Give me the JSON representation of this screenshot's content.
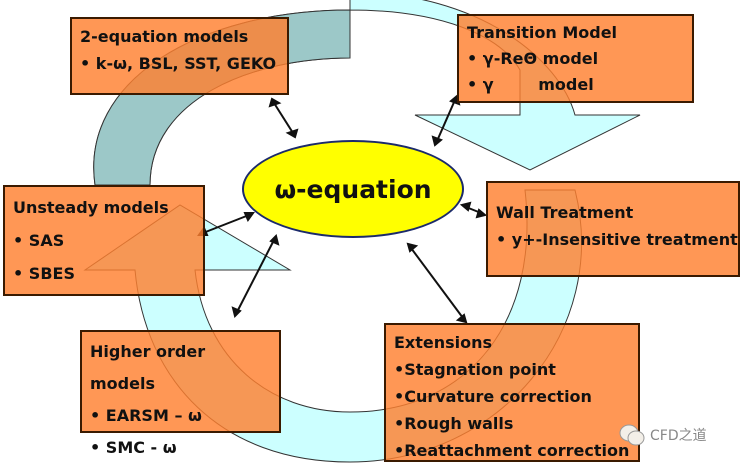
{
  "center": "ω-equation",
  "boxes": {
    "two_eq": {
      "title": "2-equation models",
      "items": [
        "• k-ω, BSL, SST, GEKO"
      ]
    },
    "transition": {
      "title": "Transition Model",
      "items": [
        "• γ-ReΘ model",
        "• γ        model"
      ]
    },
    "unsteady": {
      "title": "Unsteady models",
      "items": [
        "• SAS",
        "• SBES"
      ]
    },
    "wall": {
      "title": "Wall Treatment",
      "items": [
        "• y+-Insensitive treatment"
      ]
    },
    "higher": {
      "title": "Higher order models",
      "items": [
        "• EARSM – ω",
        "• SMC - ω"
      ]
    },
    "extensions": {
      "title": "Extensions",
      "items": [
        "•Stagnation point",
        "•Curvature correction",
        "•Rough walls",
        "•Reattachment correction"
      ]
    }
  },
  "watermark": "CFD之道",
  "colors": {
    "box": "#ff8030",
    "center": "#ffff00",
    "arrow_dark": "#9cc8c8",
    "arrow_light": "#ccffff"
  }
}
